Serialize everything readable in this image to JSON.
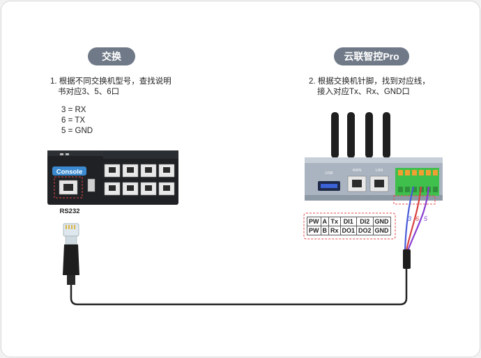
{
  "left": {
    "title": "交换机",
    "step_line1": "1. 根据不同交换机型号，查找说明",
    "step_line2": "书对应3、5、6口",
    "pins": [
      "3 = RX",
      "6 = TX",
      "5 = GND"
    ],
    "console_label": "Console",
    "port_label": "RS232"
  },
  "right": {
    "title": "云联智控Pro",
    "step_line1": "2. 根据交换机针脚，找到对应线，",
    "step_line2": "接入对应Tx、Rx、GND口",
    "usb_label": "USB",
    "wan_label": "WAN",
    "lan_label": "LAN",
    "wire_labels": [
      "3",
      "6",
      "5"
    ],
    "pin_table": [
      [
        "PW",
        "A",
        "Tx",
        "DI1",
        "DI2",
        "GND"
      ],
      [
        "PW",
        "B",
        "Rx",
        "DO1",
        "DO2",
        "GND"
      ]
    ]
  },
  "colors": {
    "pill": "#6f7987",
    "console_badge": "#3b8ad1",
    "highlight": "#e04848",
    "terminal": "#3fbf4b",
    "wire_blue": "#4a5bd8",
    "wire_red": "#d94040",
    "wire_purple": "#8a3fd1"
  }
}
